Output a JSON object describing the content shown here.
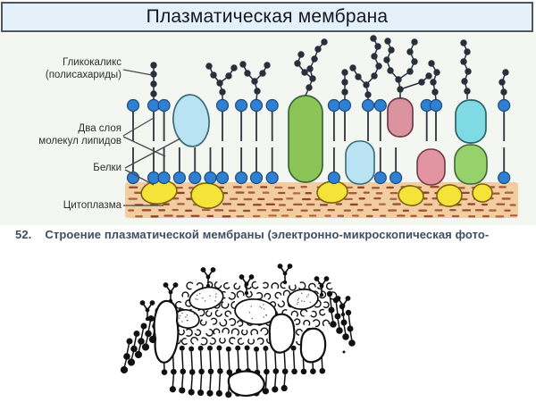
{
  "slide": {
    "title": "Плазматическая мембрана"
  },
  "figure": {
    "labels": {
      "glycocalyx_line1": "Гликокаликс",
      "glycocalyx_line2": "(полисахариды)",
      "bilayer_line1": "Два слоя",
      "bilayer_line2": "молекул липидов",
      "proteins": "Белки",
      "cytoplasm": "Цитоплазма"
    },
    "colors": {
      "background": "#f4f6f1",
      "title_bg": "#e4f1fb",
      "title_border": "#4e565e",
      "lipid_head": "#2f80d2",
      "lipid_head_outline": "#1c4e7e",
      "lipid_tail": "#383d45",
      "glycocalyx_bead": "#2a2f3c",
      "protein_light_blue": "#b9e3f2",
      "protein_green": "#8cc458",
      "protein_green_light": "#97d16b",
      "protein_pink": "#db93a0",
      "protein_pink_light": "#e295a0",
      "protein_cyan": "#7edbe3",
      "protein_yellow": "#f6e339",
      "cytoplasm_fill": "#f3cda2",
      "cytoplasm_dash": "#a2522e",
      "label_text": "#2f2f2f",
      "caption_text": "#3e4d60",
      "leader_line": "#4a4a4a",
      "ink": "#111111"
    }
  },
  "caption": {
    "number": "52.",
    "text": "Строение плазматической мембраны (электронно-микроскопическая фото-"
  }
}
